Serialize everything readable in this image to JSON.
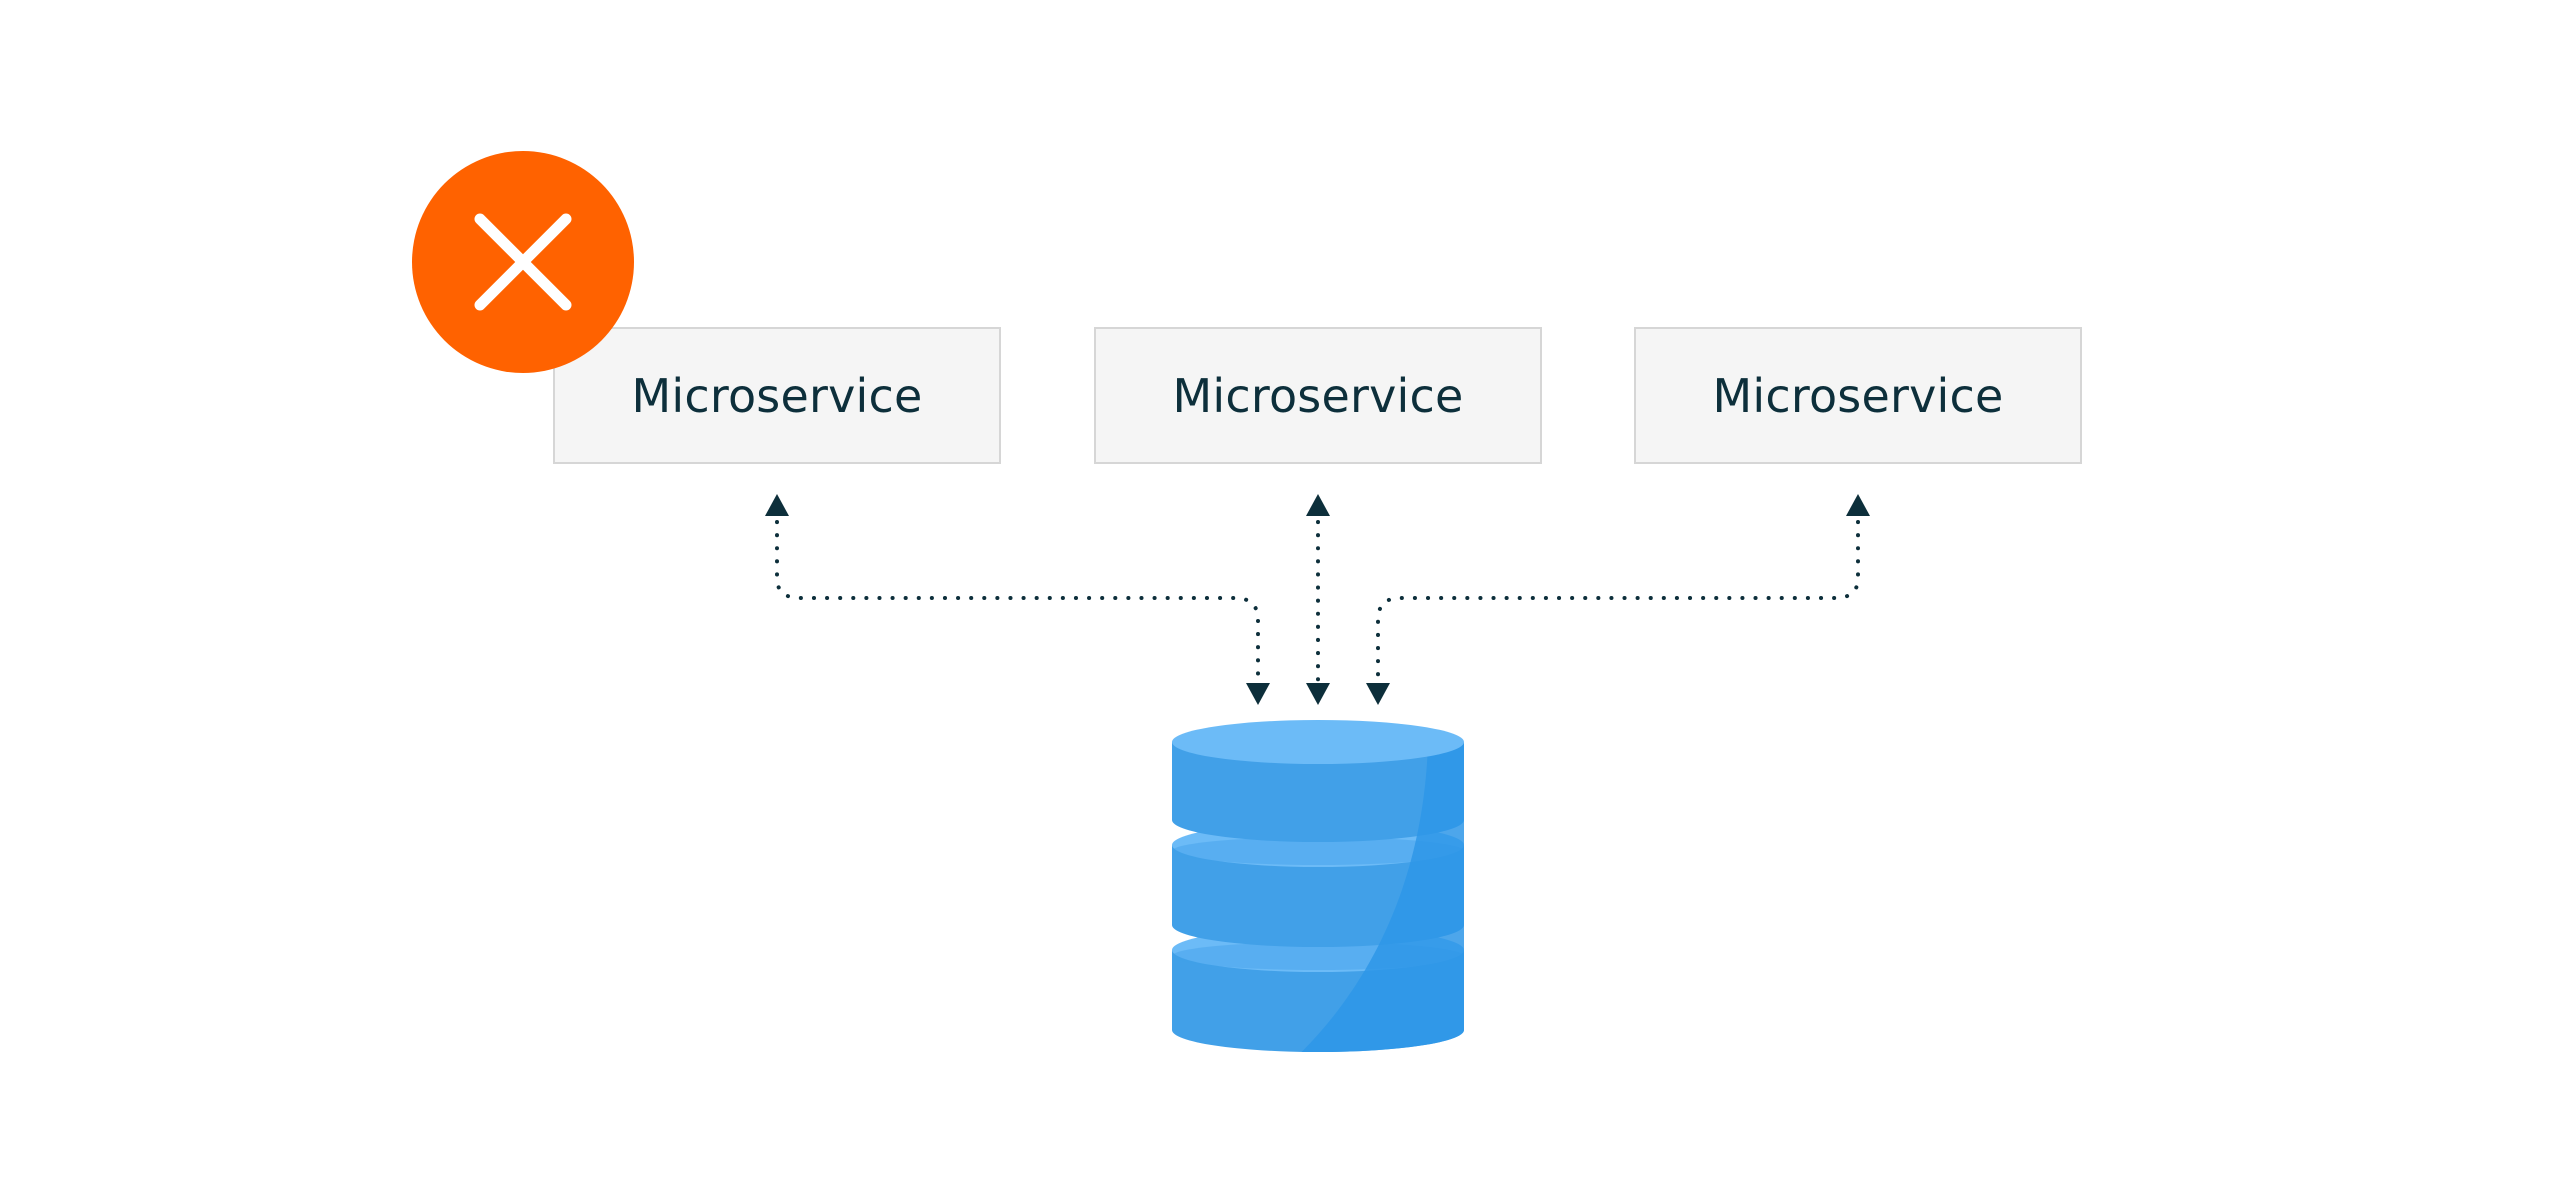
{
  "services": [
    {
      "label": "Microservice",
      "status": "failed"
    },
    {
      "label": "Microservice",
      "status": "ok"
    },
    {
      "label": "Microservice",
      "status": "ok"
    }
  ],
  "icons": {
    "error_badge": "close-icon",
    "storage": "database-icon"
  },
  "colors": {
    "error": "#ff6200",
    "box_fill": "#f5f5f5",
    "box_border": "#d6d6d6",
    "label_text": "#0d2f3b",
    "connector": "#0d2f3b",
    "database_top": "#6cbbf7",
    "database_body": "#41a0e8",
    "database_shade": "#2e96e8"
  }
}
